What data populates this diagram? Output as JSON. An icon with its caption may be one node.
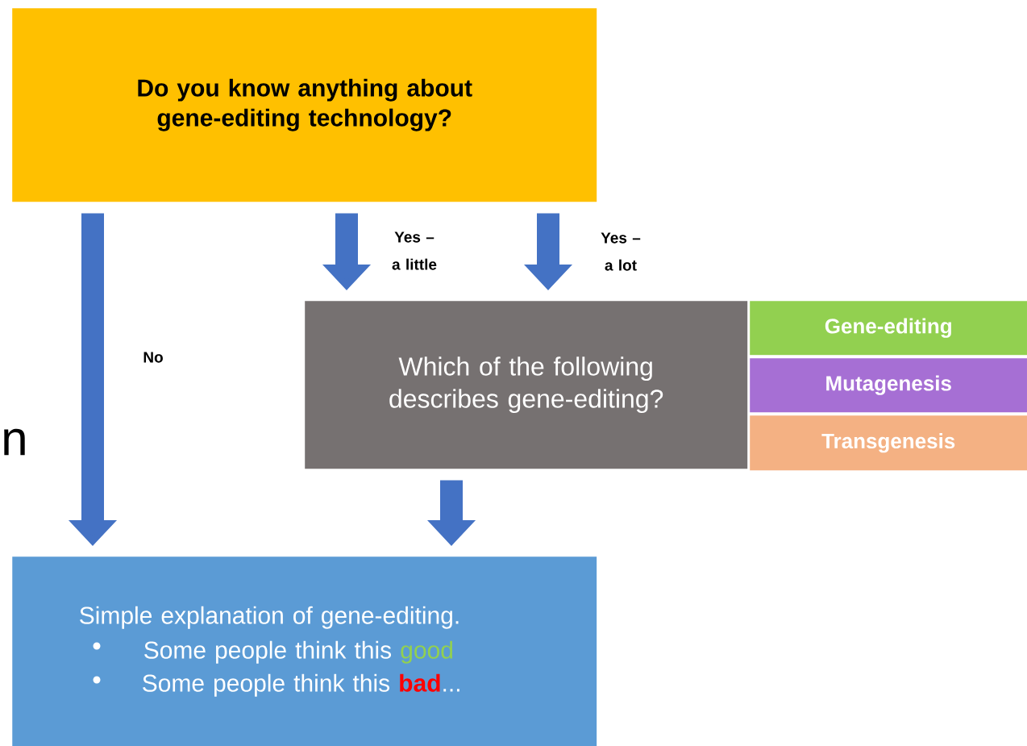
{
  "diagram": {
    "nodes": [
      {
        "text": [
          "Do you know anything about gene-editing technology?"
        ]
      },
      {
        "text": [
          "Which of the following describes gene-editing?"
        ]
      },
      {
        "text": [
          "Gene-editing"
        ]
      },
      {
        "text": [
          "Mutagenesis"
        ]
      },
      {
        "text": [
          "Transgenesis"
        ]
      },
      {
        "text": [
          "Simple explanation of gene-editing.",
          "Some people think this",
          "good",
          "Some people think this",
          "bad",
          "..."
        ]
      }
    ],
    "edges": [
      {
        "from": 0,
        "to": 5,
        "arrow": "to",
        "label": "No"
      },
      {
        "from": 0,
        "to": 1,
        "arrow": "to",
        "label": "Yes – a little"
      },
      {
        "from": 0,
        "to": 1,
        "arrow": "to",
        "label": "Yes – a lot"
      },
      {
        "from": 1,
        "to": 5,
        "arrow": "to"
      }
    ],
    "labels": [
      "n"
    ]
  }
}
